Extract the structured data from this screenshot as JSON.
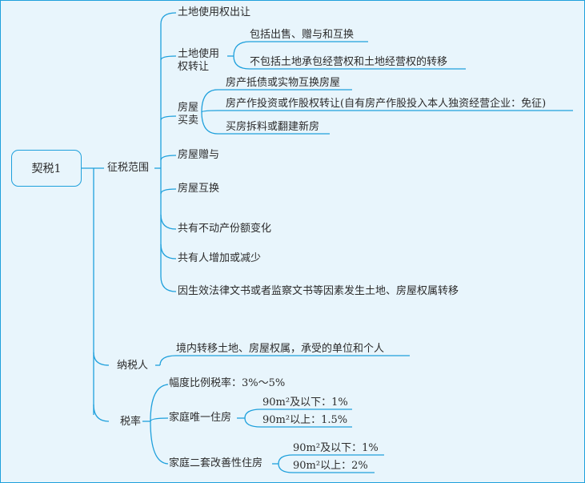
{
  "root": {
    "label": "契税1"
  },
  "branches": {
    "scope": {
      "label": "征税范围",
      "items": [
        {
          "label": "土地使用权出让"
        },
        {
          "label": "土地使用权转让",
          "label_lines": [
            "土地使用",
            "权转让"
          ],
          "children": [
            "包括出售、赠与和互换",
            "不包括土地承包经营权和土地经营权的转移"
          ]
        },
        {
          "label": "房屋买卖",
          "label_lines": [
            "房屋",
            "买卖"
          ],
          "children": [
            "房产抵债或实物互换房屋",
            "房产作投资或作股权转让(自有房产作股投入本人独资经营企业：免征)",
            "买房拆料或翻建新房"
          ]
        },
        {
          "label": "房屋赠与"
        },
        {
          "label": "房屋互换"
        },
        {
          "label": "共有不动产份额变化"
        },
        {
          "label": "共有人增加或减少"
        },
        {
          "label": "因生效法律文书或者监察文书等因素发生土地、房屋权属转移"
        }
      ]
    },
    "taxpayer": {
      "label": "纳税人",
      "items": [
        {
          "label": "境内转移土地、房屋权属，承受的单位和个人"
        }
      ]
    },
    "rate": {
      "label": "税率",
      "items": [
        {
          "label": "幅度比例税率：3%～5%"
        },
        {
          "label": "家庭唯一住房",
          "children": [
            "90m²及以下：1%",
            "90m²以上：1.5%"
          ]
        },
        {
          "label": "家庭二套改善性住房",
          "children": [
            "90m²及以下：1%",
            "90m²以上：2%"
          ]
        }
      ]
    }
  },
  "colors": {
    "line": "#1ea0dc",
    "background": "#e8f5fc",
    "text": "#2b2b2b"
  }
}
